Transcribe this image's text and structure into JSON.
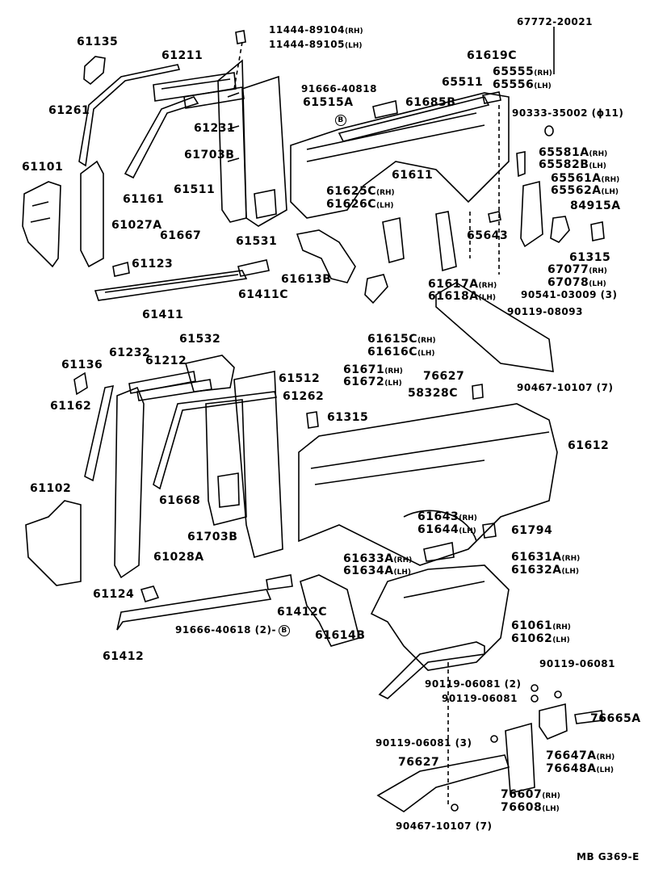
{
  "diagram_id": "MB G369-E",
  "labels": [
    {
      "t": "61135"
    },
    {
      "t": "61211"
    },
    {
      "t": "11444-89104",
      "s": "(RH)"
    },
    {
      "t": "11444-89105",
      "s": "(LH)"
    },
    {
      "t": "67772-20021"
    },
    {
      "t": "61619C"
    },
    {
      "t": "65555",
      "s": "(RH)"
    },
    {
      "t": "65556",
      "s": "(LH)"
    },
    {
      "t": "65511"
    },
    {
      "t": "91666-40818"
    },
    {
      "t": "61515A"
    },
    {
      "t": "B"
    },
    {
      "t": "61685B"
    },
    {
      "t": "61261"
    },
    {
      "t": "90333-35002 (ϕ11)"
    },
    {
      "t": "61231"
    },
    {
      "t": "61703B"
    },
    {
      "t": "61101"
    },
    {
      "t": "61161"
    },
    {
      "t": "61511"
    },
    {
      "t": "61611"
    },
    {
      "t": "65581A",
      "s": "(RH)"
    },
    {
      "t": "65582B",
      "s": "(LH)"
    },
    {
      "t": "65561A",
      "s": "(RH)"
    },
    {
      "t": "65562A",
      "s": "(LH)"
    },
    {
      "t": "61625C",
      "s": "(RH)"
    },
    {
      "t": "61626C",
      "s": "(LH)"
    },
    {
      "t": "84915A"
    },
    {
      "t": "61027A"
    },
    {
      "t": "61667"
    },
    {
      "t": "61531"
    },
    {
      "t": "65643"
    },
    {
      "t": "61315"
    },
    {
      "t": "67077",
      "s": "(RH)"
    },
    {
      "t": "67078",
      "s": "(LH)"
    },
    {
      "t": "61123"
    },
    {
      "t": "61613B"
    },
    {
      "t": "61617A",
      "s": "(RH)"
    },
    {
      "t": "61618A",
      "s": "(LH)"
    },
    {
      "t": "90541-03009 (3)"
    },
    {
      "t": "90119-08093"
    },
    {
      "t": "61411"
    },
    {
      "t": "61411C"
    },
    {
      "t": "61615C",
      "s": "(RH)"
    },
    {
      "t": "61616C",
      "s": "(LH)"
    },
    {
      "t": "61532"
    },
    {
      "t": "61232"
    },
    {
      "t": "61136"
    },
    {
      "t": "61212"
    },
    {
      "t": "61512"
    },
    {
      "t": "61671",
      "s": "(RH)"
    },
    {
      "t": "61672",
      "s": "(LH)"
    },
    {
      "t": "76627"
    },
    {
      "t": "90467-10107 (7)"
    },
    {
      "t": "61262"
    },
    {
      "t": "58328C"
    },
    {
      "t": "61162"
    },
    {
      "t": "61315"
    },
    {
      "t": "61612"
    },
    {
      "t": "61102"
    },
    {
      "t": "61668"
    },
    {
      "t": "61703B"
    },
    {
      "t": "61643",
      "s": "(RH)"
    },
    {
      "t": "61644",
      "s": "(LH)"
    },
    {
      "t": "61794"
    },
    {
      "t": "61028A"
    },
    {
      "t": "61633A",
      "s": "(RH)"
    },
    {
      "t": "61634A",
      "s": "(LH)"
    },
    {
      "t": "61631A",
      "s": "(RH)"
    },
    {
      "t": "61632A",
      "s": "(LH)"
    },
    {
      "t": "61124"
    },
    {
      "t": "61412C"
    },
    {
      "t": "91666-40618 (2)-"
    },
    {
      "t": "B"
    },
    {
      "t": "61614B"
    },
    {
      "t": "61061",
      "s": "(RH)"
    },
    {
      "t": "61062",
      "s": "(LH)"
    },
    {
      "t": "61412"
    },
    {
      "t": "90119-06081"
    },
    {
      "t": "90119-06081 (2)"
    },
    {
      "t": "90119-06081"
    },
    {
      "t": "76665A"
    },
    {
      "t": "90119-06081 (3)"
    },
    {
      "t": "76647A",
      "s": "(RH)"
    },
    {
      "t": "76648A",
      "s": "(LH)"
    },
    {
      "t": "76627"
    },
    {
      "t": "76607",
      "s": "(RH)"
    },
    {
      "t": "76608",
      "s": "(LH)"
    },
    {
      "t": "90467-10107 (7)"
    },
    {
      "t": "MB G369-E"
    }
  ]
}
